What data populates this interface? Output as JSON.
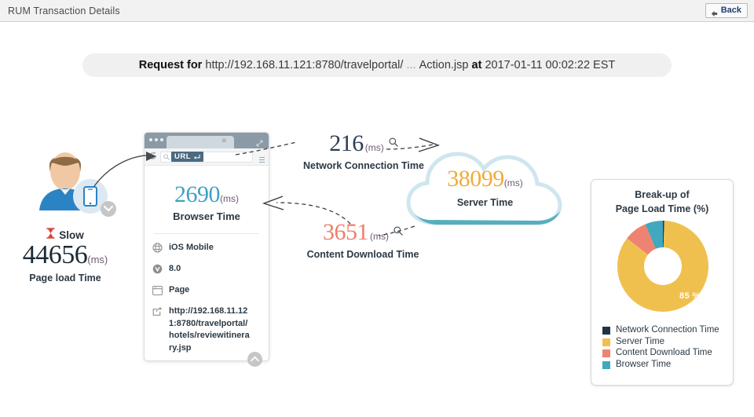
{
  "topbar": {
    "title": "RUM Transaction Details",
    "back_label": "Back",
    "back_icon": "left-arrow-icon"
  },
  "request": {
    "prefix": "Request for",
    "url": "http://192.168.11.121:8780/travelportal/",
    "ellipsis": "...",
    "url_tail": "Action.jsp",
    "at": "at",
    "timestamp": "2017-01-11 00:02:22 EST"
  },
  "user": {
    "status_icon": "hourglass-icon",
    "status": "Slow",
    "page_load_value": "44656",
    "unit": "(ms)",
    "page_load_caption": "Page load Time",
    "device_icon": "mobile-phone-icon",
    "expand_icon": "chevron-down-icon"
  },
  "browser": {
    "url_badge": "URL",
    "url_badge_icon": "enter-arrow-icon",
    "reload_icon": "reload-icon",
    "search_icon": "search-icon",
    "menu_icon": "hamburger-menu-icon",
    "expand_icon": "expand-icon",
    "tab_close_icon": "close-icon",
    "browser_time_value": "2690",
    "unit": "(ms)",
    "browser_time_caption": "Browser Time",
    "details": [
      {
        "icon": "globe-icon",
        "text": "iOS Mobile"
      },
      {
        "icon": "version-badge-icon",
        "text": "8.0"
      },
      {
        "icon": "page-window-icon",
        "text": "Page"
      },
      {
        "icon": "external-link-icon",
        "text": "http://192.168.11.121:8780/travelportal/hotels/reviewitinerary.jsp"
      }
    ],
    "collapse_icon": "chevron-up-icon"
  },
  "network": {
    "value": "216",
    "unit": "(ms)",
    "caption": "Network Connection Time",
    "zoom_icon": "magnifier-icon"
  },
  "server": {
    "value": "38099",
    "unit": "(ms)",
    "caption": "Server Time"
  },
  "download": {
    "value": "3651",
    "unit": "(ms)",
    "caption": "Content Download Time",
    "zoom_icon": "magnifier-icon"
  },
  "chart_data": {
    "type": "pie",
    "title": "Break-up of Page Load Time (%)",
    "title_line1": "Break-up of",
    "title_line2": "Page Load Time (%)",
    "categories": [
      "Network Connection Time",
      "Server Time",
      "Content Download Time",
      "Browser Time"
    ],
    "values": [
      0.5,
      85,
      8.2,
      6.3
    ],
    "colors": [
      "#1f3447",
      "#f0c04f",
      "#ee8371",
      "#41a8bd"
    ],
    "labels": [
      "",
      "85 %",
      "",
      ""
    ],
    "visible_label": "85 %",
    "donut": true,
    "legend_position": "bottom"
  },
  "colors": {
    "browser_time": "#3ea2c4",
    "server_time": "#f0ab3a",
    "content_download": "#ef7e6b",
    "network_connection": "#2a3f55",
    "accent_back": "#1b3f6e"
  }
}
